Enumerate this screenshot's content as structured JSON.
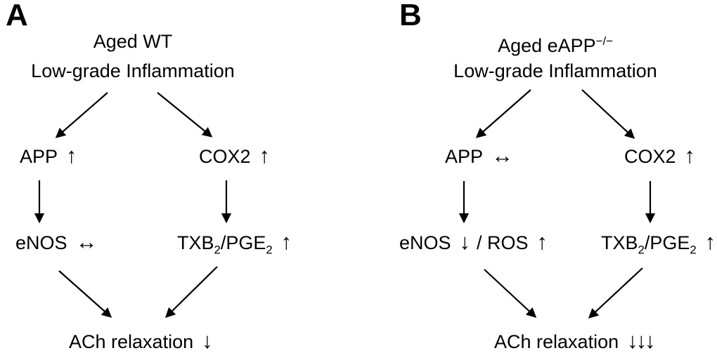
{
  "figure": {
    "background": "#ffffff",
    "text_color": "#000000"
  },
  "panels": [
    {
      "label": "A",
      "title": "Aged WT",
      "subtitle": "Low-grade Inflammation",
      "nodes": {
        "app": {
          "label": "APP",
          "arrow": "↑"
        },
        "cox2": {
          "label": "COX2",
          "arrow": "↑"
        },
        "enos": {
          "label": "eNOS",
          "arrow": "↔"
        },
        "txb": {
          "label": "TXB<sub>2</sub>/PGE<sub>2</sub>",
          "arrow": "↑"
        },
        "ach": {
          "label": "ACh relaxation",
          "arrow": "↓"
        }
      }
    },
    {
      "label": "B",
      "title": "Aged eAPP<sup>−/−</sup>",
      "subtitle": "Low-grade Inflammation",
      "nodes": {
        "app": {
          "label": "APP",
          "arrow": "↔"
        },
        "cox2": {
          "label": "COX2",
          "arrow": "↑"
        },
        "enos": {
          "label": "eNOS",
          "arrow": "↓",
          "label2": "/ ROS",
          "arrow2": "↑"
        },
        "txb": {
          "label": "TXB<sub>2</sub>/PGE<sub>2</sub>",
          "arrow": "↑"
        },
        "ach": {
          "label": "ACh relaxation",
          "arrow": "↓↓↓"
        }
      }
    }
  ]
}
